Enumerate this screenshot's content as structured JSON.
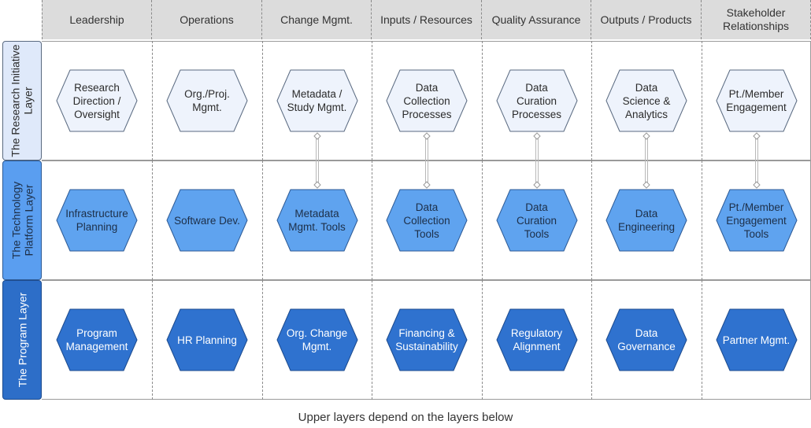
{
  "columns": [
    "Leadership",
    "Operations",
    "Change Mgmt.",
    "Inputs / Resources",
    "Quality Assurance",
    "Outputs / Products",
    "Stakeholder\nRelationships"
  ],
  "layers": [
    {
      "label": "The Research Initiative\nLayer",
      "label_bg": "#dfe9fa",
      "hex_fill": "#eef3fc",
      "hex_stroke": "#5a6a80",
      "text_color": "#2b2b2b",
      "cells": [
        "Research\nDirection /\nOversight",
        "Org./Proj.\nMgmt.",
        "Metadata /\nStudy Mgmt.",
        "Data\nCollection\nProcesses",
        "Data\nCuration\nProcesses",
        "Data\nScience &\nAnalytics",
        "Pt./Member\nEngagement"
      ]
    },
    {
      "label": "The Technology\nPlatform Layer",
      "label_bg": "#5a9ef0",
      "hex_fill": "#5fa3ef",
      "hex_stroke": "#2d5a95",
      "text_color": "#1d2f48",
      "cells": [
        "Infrastructure\nPlanning",
        "Software Dev.",
        "Metadata\nMgmt. Tools",
        "Data\nCollection\nTools",
        "Data\nCuration\nTools",
        "Data\nEngineering",
        "Pt./Member\nEngagement\nTools"
      ]
    },
    {
      "label": "The Program Layer",
      "label_bg": "#2d6ec8",
      "hex_fill": "#2f72cf",
      "hex_stroke": "#1d4b8e",
      "text_color": "#ffffff",
      "cells": [
        "Program\nManagement",
        "HR Planning",
        "Org. Change\nMgmt.",
        "Financing &\nSustainability",
        "Regulatory\nAlignment",
        "Data\nGovernance",
        "Partner Mgmt."
      ]
    }
  ],
  "footer": "Upper layers depend on the layers below"
}
